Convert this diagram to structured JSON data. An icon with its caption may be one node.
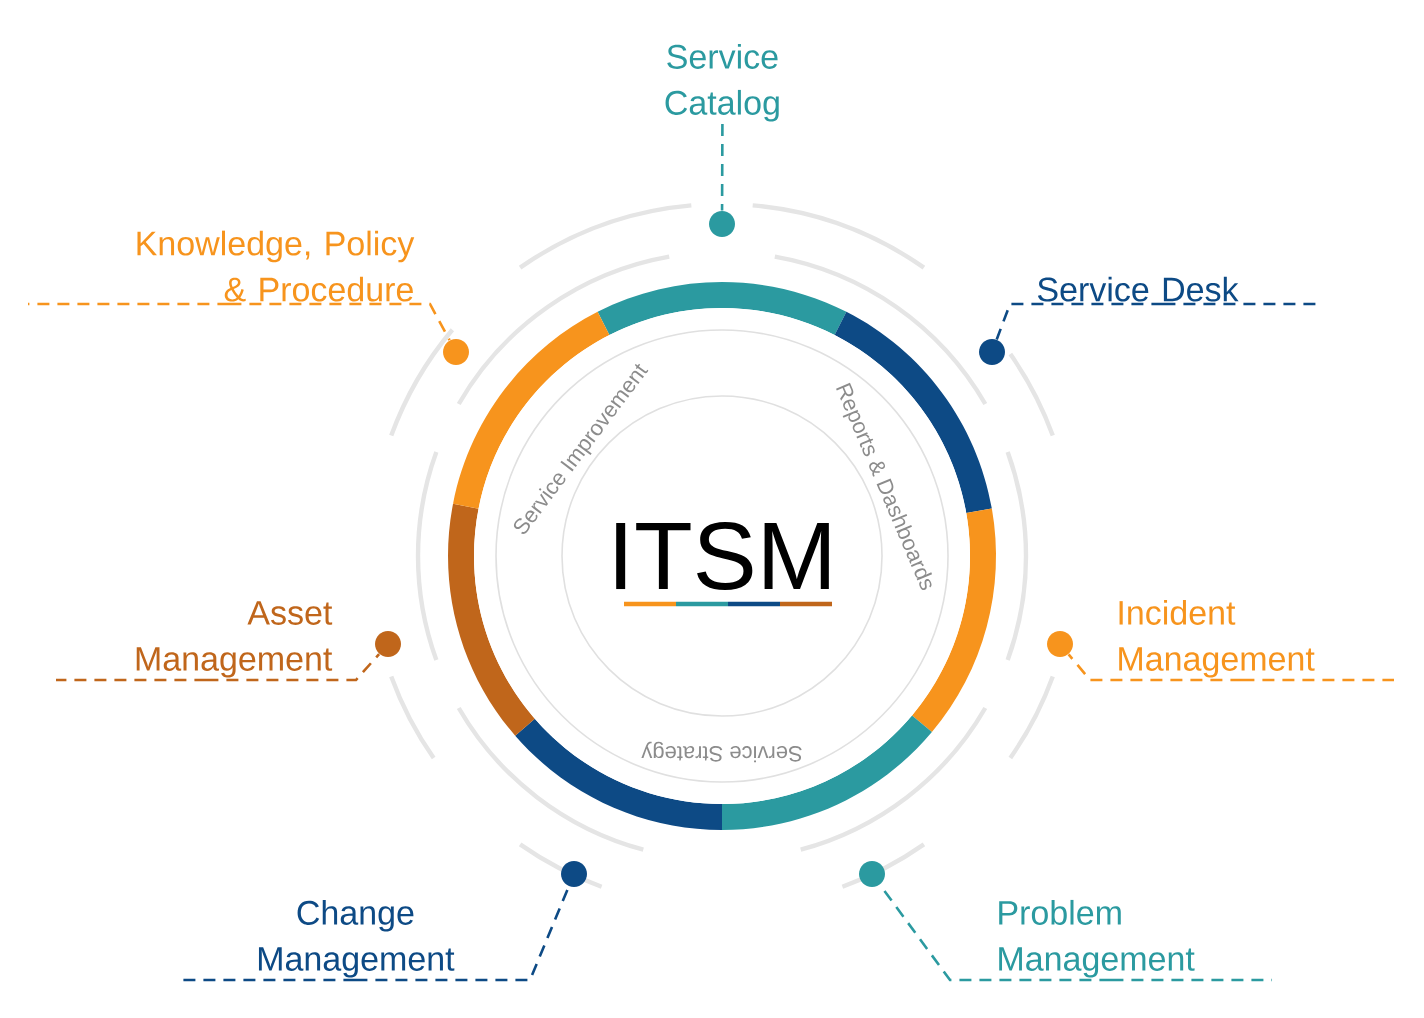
{
  "diagram": {
    "nodes": [
      {
        "text": [
          "Service Catalog"
        ]
      },
      {
        "text": [
          "Knowledge, Policy & Procedure"
        ]
      },
      {
        "text": [
          "Service Desk"
        ]
      },
      {
        "text": [
          "Asset Management"
        ]
      },
      {
        "text": [
          "Incident Management"
        ]
      },
      {
        "text": [
          "Change Management"
        ]
      },
      {
        "text": [
          "Problem Management"
        ]
      },
      {
        "text": [
          "ITSM"
        ]
      },
      {
        "text": [],
        "shape": "circle"
      },
      {
        "text": [],
        "shape": "circle"
      },
      {
        "text": [],
        "shape": "circle"
      },
      {
        "text": [],
        "shape": "circle"
      },
      {
        "text": [],
        "shape": "circle"
      },
      {
        "text": [],
        "shape": "circle"
      },
      {
        "text": [],
        "shape": "circle"
      }
    ],
    "edges": [
      {
        "from": 0,
        "to": 8,
        "arrow": "none",
        "style": "dashed",
        "color": "#2b9aa0"
      },
      {
        "from": 1,
        "to": 9,
        "arrow": "none",
        "style": "dashed",
        "color": "#f7941d"
      },
      {
        "from": 2,
        "to": 10,
        "arrow": "none",
        "style": "dashed",
        "color": "#0d4a85"
      },
      {
        "from": 3,
        "to": 11,
        "arrow": "none",
        "style": "dashed",
        "color": "#c0661b"
      },
      {
        "from": 4,
        "to": 12,
        "arrow": "none",
        "style": "dashed",
        "color": "#f7941d"
      },
      {
        "from": 5,
        "to": 13,
        "arrow": "none",
        "style": "dashed",
        "color": "#0d4a85"
      },
      {
        "from": 6,
        "to": 14,
        "arrow": "none",
        "style": "dashed",
        "color": "#2b9aa0"
      }
    ],
    "labels": [
      "Service Improvement",
      "Reports & Dashboards",
      "Service Strategy"
    ]
  }
}
